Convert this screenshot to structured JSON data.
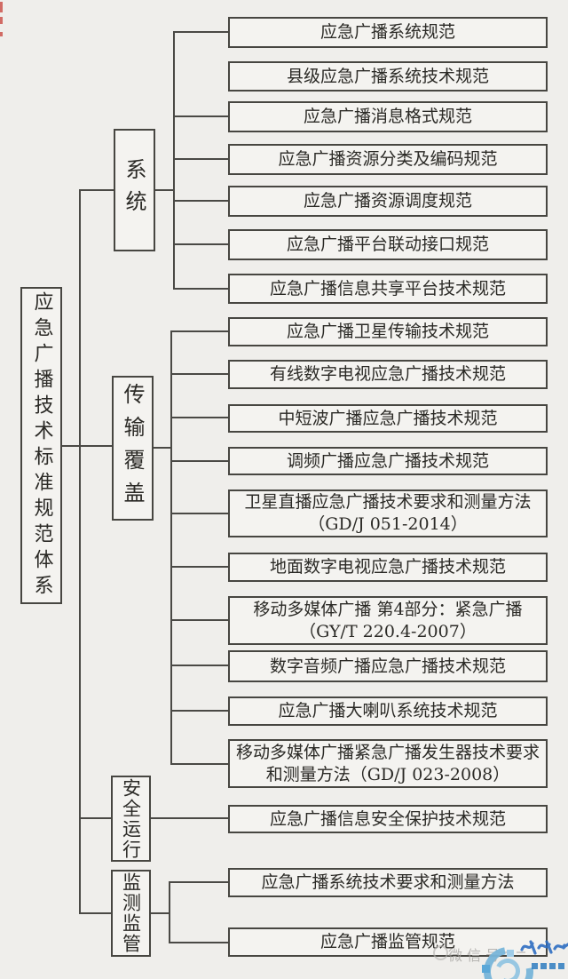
{
  "root": {
    "label": "应急广播技术标准规范体系"
  },
  "categories": [
    {
      "label": "系统",
      "leaves": [
        {
          "lines": [
            "应急广播系统规范"
          ]
        },
        {
          "lines": [
            "县级应急广播系统技术规范"
          ]
        },
        {
          "lines": [
            "应急广播消息格式规范"
          ]
        },
        {
          "lines": [
            "应急广播资源分类及编码规范"
          ]
        },
        {
          "lines": [
            "应急广播资源调度规范"
          ]
        },
        {
          "lines": [
            "应急广播平台联动接口规范"
          ]
        },
        {
          "lines": [
            "应急广播信息共享平台技术规范"
          ]
        }
      ]
    },
    {
      "label": "传输覆盖",
      "leaves": [
        {
          "lines": [
            "应急广播卫星传输技术规范"
          ]
        },
        {
          "lines": [
            "有线数字电视应急广播技术规范"
          ]
        },
        {
          "lines": [
            "中短波广播应急广播技术规范"
          ]
        },
        {
          "lines": [
            "调频广播应急广播技术规范"
          ]
        },
        {
          "lines": [
            "卫星直播应急广播技术要求和测量方法",
            "（GD/J 051-2014）"
          ]
        },
        {
          "lines": [
            "地面数字电视应急广播技术规范"
          ]
        },
        {
          "lines": [
            "移动多媒体广播 第4部分：紧急广播",
            "（GY/T 220.4-2007）"
          ]
        },
        {
          "lines": [
            "数字音频广播应急广播技术规范"
          ]
        },
        {
          "lines": [
            "应急广播大喇叭系统技术规范"
          ]
        },
        {
          "lines": [
            "移动多媒体广播紧急广播发生器技术要求",
            "和测量方法（GD/J 023-2008）"
          ]
        }
      ]
    },
    {
      "label": "安全运行",
      "leaves": [
        {
          "lines": [
            "应急广播信息安全保护技术规范"
          ]
        }
      ]
    },
    {
      "label": "监测监管",
      "leaves": [
        {
          "lines": [
            "应急广播系统技术要求和测量方法"
          ]
        },
        {
          "lines": [
            "应急广播监管规范"
          ]
        }
      ]
    }
  ],
  "watermark": {
    "wechat_label": "微信号"
  },
  "colors": {
    "background": "#efeeeb",
    "box_fill": "#f4f3f0",
    "line": "#4a4945",
    "text": "#2b2a26",
    "watermark_gray": "#a9a7a4",
    "logo_light_blue": "#79b6da",
    "logo_blue": "#2e6ec2"
  }
}
